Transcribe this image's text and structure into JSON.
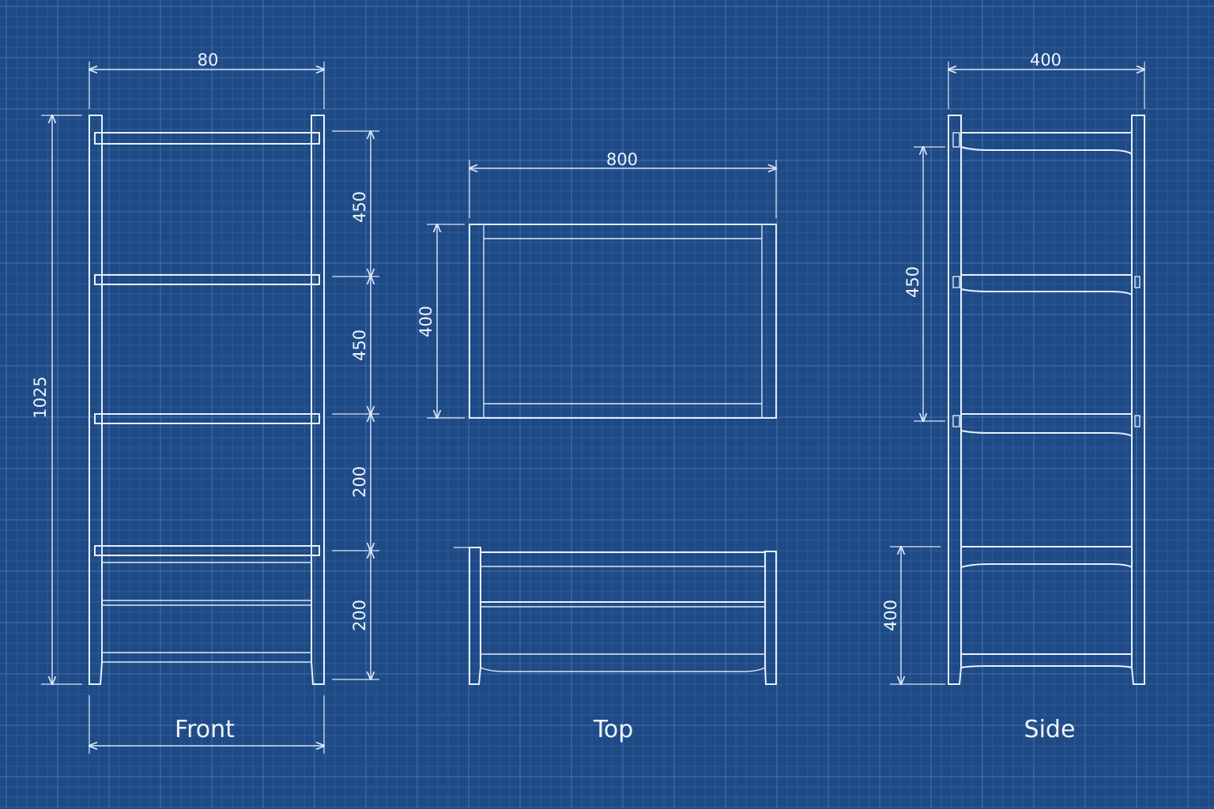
{
  "views": {
    "front": {
      "label": "Front",
      "width_dim": "80",
      "height_dim": "1025",
      "spacing_dims": [
        "450",
        "450",
        "200",
        "200"
      ]
    },
    "top": {
      "label": "Top",
      "width_dim": "800",
      "depth_dim": "400"
    },
    "side": {
      "label": "Side",
      "width_dim": "400",
      "upper_dim": "450",
      "lower_dim": "400"
    }
  },
  "colors": {
    "background": "#1e4a86",
    "grid": "#3a68a6",
    "line": "#e8f0fb"
  }
}
